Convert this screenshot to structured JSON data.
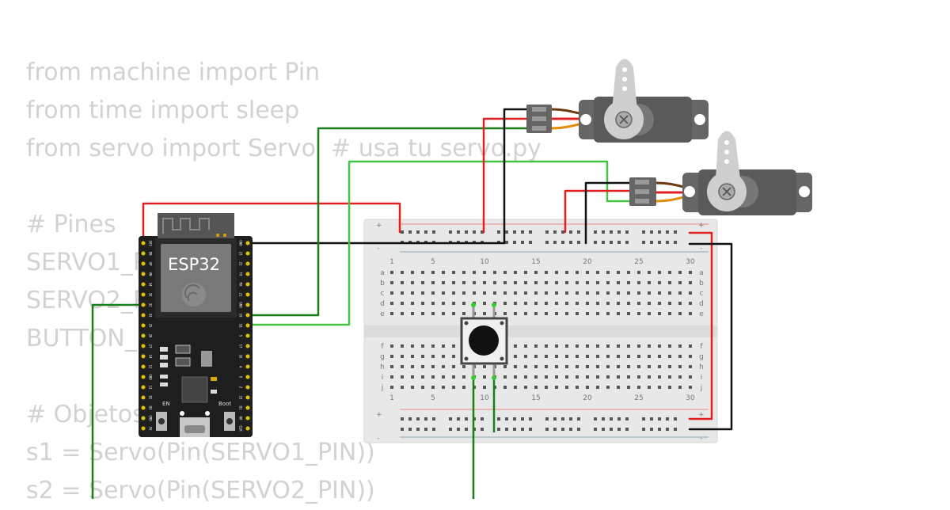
{
  "code_lines": [
    "from machine import Pin",
    "from time import sleep",
    "from servo import Servo  # usa tu servo.py",
    "",
    "# Pines",
    "SERVO1_PIN = 18",
    "SERVO2_PIN = 19",
    "BUTTON_PIN = 4",
    "",
    "# Objetos",
    "s1 = Servo(Pin(SERVO1_PIN))",
    "s2 = Servo(Pin(SERVO2_PIN))"
  ],
  "esp32": {
    "label": "ESP32",
    "en_label": "EN",
    "boot_label": "Boot",
    "left_pins": [
      "3V3",
      "EN",
      "VP",
      "VN",
      "34",
      "35",
      "32",
      "33",
      "25",
      "26",
      "27",
      "14",
      "12",
      "GND",
      "13",
      "D2",
      "D3",
      "CMD",
      "5V"
    ],
    "right_pins": [
      "GND",
      "23",
      "22",
      "TX",
      "RX",
      "21",
      "GND",
      "19",
      "18",
      "5",
      "17",
      "16",
      "4",
      "0",
      "2",
      "15",
      "D1",
      "D0",
      "CLK"
    ]
  },
  "breadboard": {
    "column_labels": [
      "1",
      "5",
      "10",
      "15",
      "20",
      "25",
      "30"
    ],
    "top_rows": [
      "a",
      "b",
      "c",
      "d",
      "e"
    ],
    "bottom_rows": [
      "f",
      "g",
      "h",
      "i",
      "j"
    ],
    "plus_symbol": "+",
    "minus_symbol": "-"
  },
  "colors": {
    "wire_red": "#e02020",
    "wire_black": "#111111",
    "wire_dark_green": "#1a7f1a",
    "wire_light_green": "#44c244",
    "servo_body": "#555555",
    "servo_orange": "#e58b00",
    "esp32_board": "#1e1e1e"
  }
}
